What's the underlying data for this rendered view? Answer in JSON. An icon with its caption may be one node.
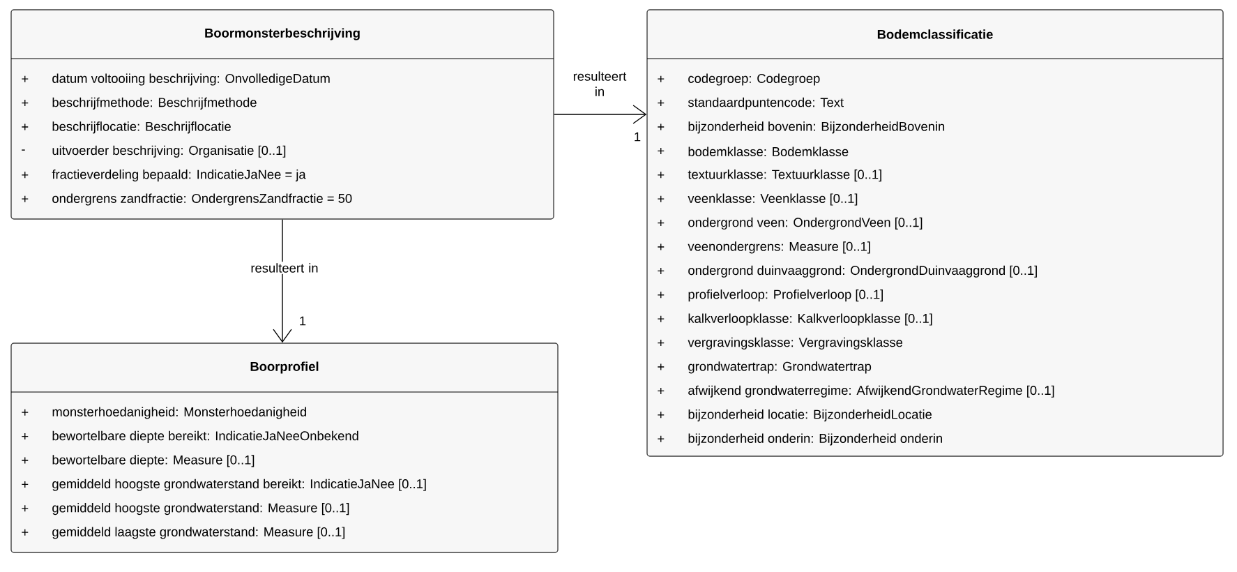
{
  "diagram": {
    "nodes": [
      {
        "text": [
          "Boormonsterbeschrijving",
          "+",
          "datum voltooiing beschrijving: OnvolledigeDatum",
          "+",
          "beschrijfmethode: Beschrijfmethode",
          "+",
          "beschrijflocatie: Beschrijflocatie",
          "-",
          "uitvoerder beschrijving: Organisatie [0..1]",
          "+",
          "fractieverdeling bepaald: IndicatieJaNee = ja",
          "+",
          "ondergrens zandfractie: OndergrensZandfractie = 50"
        ]
      },
      {
        "text": [
          "Bodemclassificatie",
          "+",
          "codegroep: Codegroep",
          "+",
          "standaardpuntencode: Text",
          "+",
          "bijzonderheid bovenin: BijzonderheidBovenin",
          "+",
          "bodemklasse: Bodemklasse",
          "+",
          "textuurklasse: Textuurklasse [0..1]",
          "+",
          "veenklasse: Veenklasse [0..1]",
          "+",
          "ondergrond veen: OndergrondVeen [0..1]",
          "+",
          "veenondergrens: Measure [0..1]",
          "+",
          "ondergrond duinvaaggrond: OndergrondDuinvaaggrond [0..1]",
          "+",
          "profielverloop: Profielverloop [0..1]",
          "+",
          "kalkverloopklasse: Kalkverloopklasse [0..1]",
          "+",
          "vergravingsklasse: Vergravingsklasse",
          "+",
          "grondwatertrap: Grondwatertrap",
          "+",
          "afwijkend grondwaterregime: AfwijkendGrondwaterRegime [0..1]",
          "+",
          "bijzonderheid locatie: BijzonderheidLocatie",
          "+",
          "bijzonderheid onderin: Bijzonderheid onderin"
        ]
      },
      {
        "text": [
          "Boorprofiel",
          "+",
          "monsterhoedanigheid: Monsterhoedanigheid",
          "+",
          "bewortelbare diepte bereikt: IndicatieJaNeeOnbekend",
          "+",
          "bewortelbare diepte: Measure [0..1]",
          "+",
          "gemiddeld hoogste grondwaterstand bereikt: IndicatieJaNee [0..1]",
          "+",
          "gemiddeld hoogste grondwaterstand: Measure [0..1]",
          "+",
          "gemiddeld laagste grondwaterstand: Measure [0..1]"
        ]
      }
    ],
    "edges": [
      {
        "from": 0,
        "to": 1,
        "arrow": "to",
        "label": "resulteert in"
      },
      {
        "from": 0,
        "to": 2,
        "arrow": "to",
        "label": "resulteert in"
      }
    ],
    "labels": [
      "1",
      "1"
    ]
  }
}
